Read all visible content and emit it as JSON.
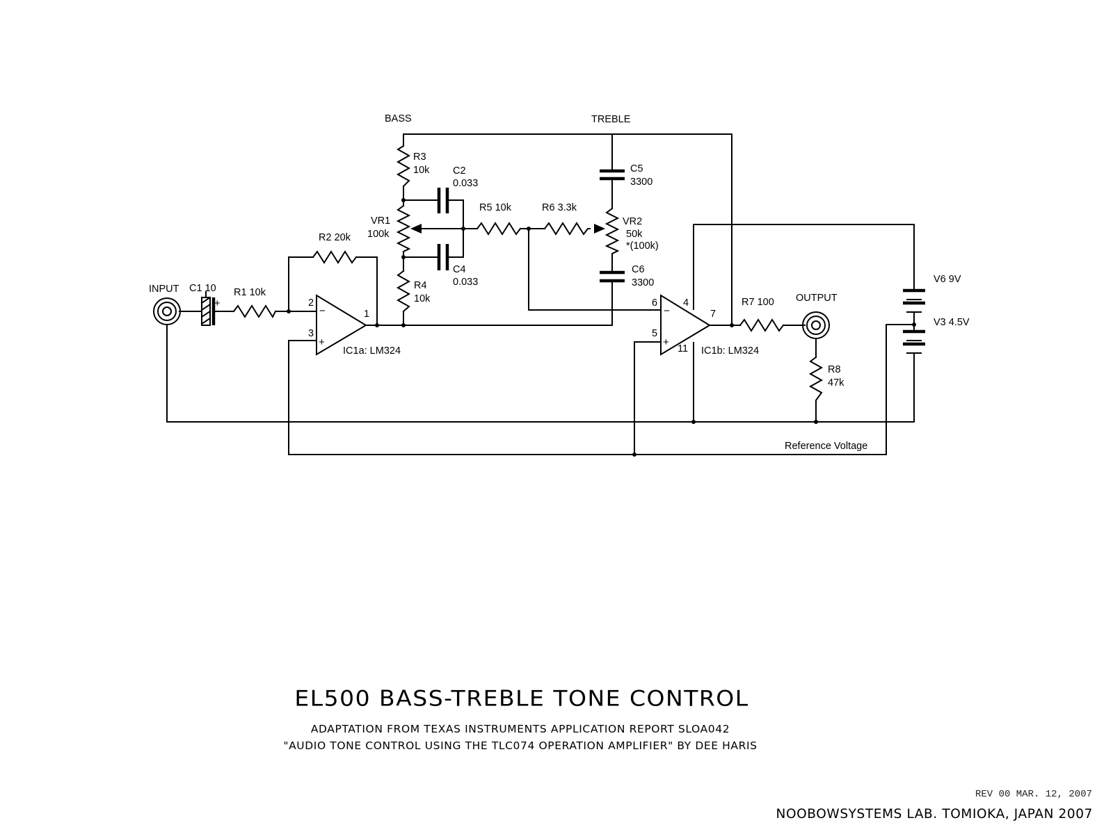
{
  "labels": {
    "bass": "BASS",
    "treble": "TREBLE",
    "input": "INPUT",
    "output": "OUTPUT",
    "reference_voltage": "Reference Voltage"
  },
  "components": {
    "c1": "C1 10",
    "c1_polarity": "+",
    "r1": "R1 10k",
    "r2": "R2 20k",
    "r3_name": "R3",
    "r3_value": "10k",
    "r4_name": "R4",
    "r4_value": "10k",
    "c2_name": "C2",
    "c2_value": "0.033",
    "c4_name": "C4",
    "c4_value": "0.033",
    "vr1_name": "VR1",
    "vr1_value": "100k",
    "r5": "R5 10k",
    "r6": "R6 3.3k",
    "c5_name": "C5",
    "c5_value": "3300",
    "c6_name": "C6",
    "c6_value": "3300",
    "vr2_name": "VR2",
    "vr2_value": "50k",
    "vr2_alt": "*(100k)",
    "r7": "R7 100",
    "r8_name": "R8",
    "r8_value": "47k",
    "v6": "V6 9V",
    "v3": "V3  4.5V"
  },
  "opamps": {
    "ic1a": {
      "label": "IC1a: LM324",
      "pin_inv": "2",
      "pin_noninv": "3",
      "pin_out": "1",
      "sign_minus": "−",
      "sign_plus": "+"
    },
    "ic1b": {
      "label": "IC1b: LM324",
      "pin_inv": "6",
      "pin_noninv": "5",
      "pin_out": "7",
      "pin_vcc": "4",
      "pin_gnd": "11",
      "sign_minus": "−",
      "sign_plus": "+"
    }
  },
  "title_block": {
    "title": "EL500 BASS-TREBLE TONE CONTROL",
    "subtitle_1": "ADAPTATION FROM TEXAS INSTRUMENTS APPLICATION REPORT SLOA042",
    "subtitle_2": "\"AUDIO TONE CONTROL USING THE TLC074 OPERATION AMPLIFIER\" BY DEE HARIS",
    "revision": "REV 00 MAR. 12, 2007",
    "credit": "NOOBOWSYSTEMS LAB. TOMIOKA, JAPAN 2007"
  }
}
